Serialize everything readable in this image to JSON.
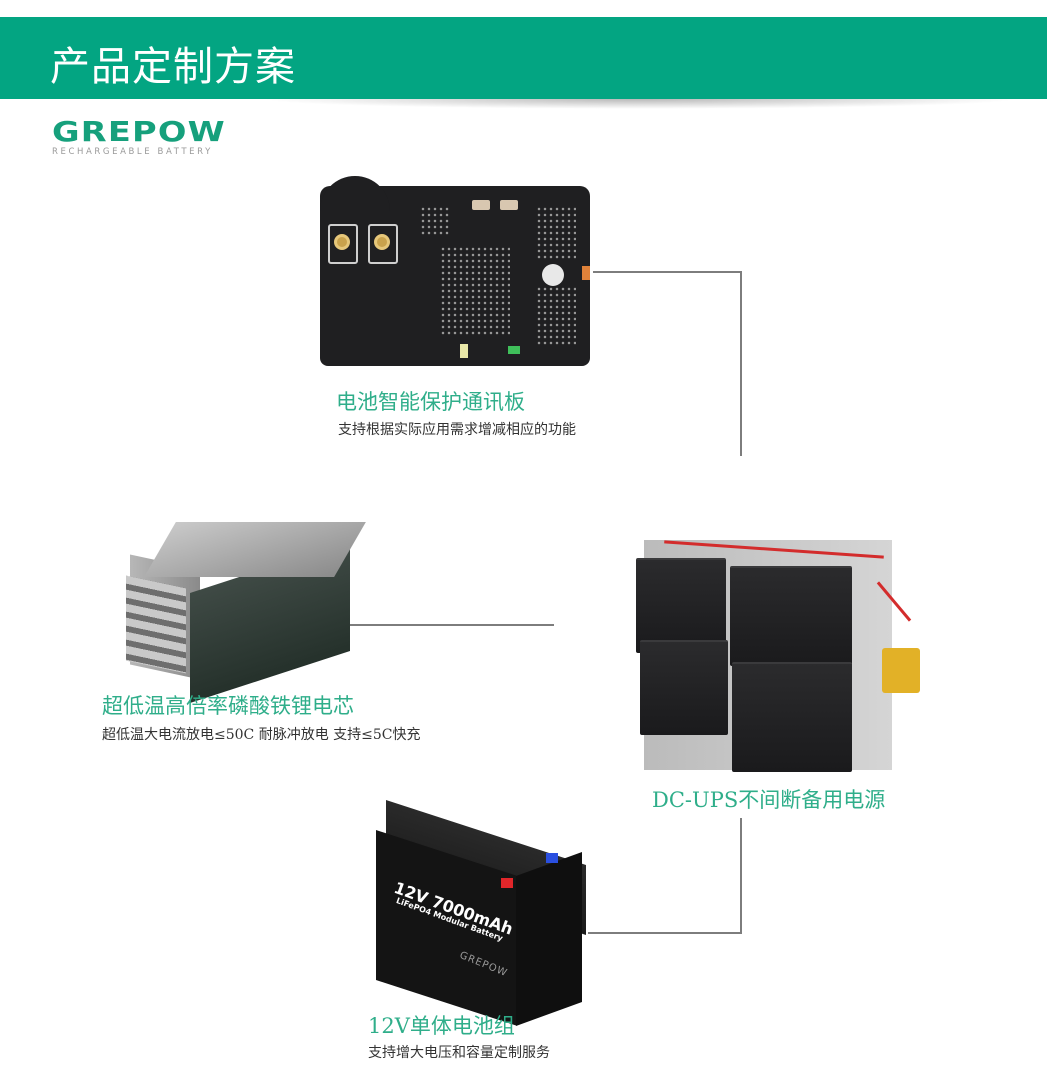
{
  "header": {
    "title": "产品定制方案",
    "accent_color": "#03a582"
  },
  "logo": {
    "brand": "GREPOW",
    "tagline": "RECHARGEABLE BATTERY",
    "color": "#16a07c"
  },
  "products": [
    {
      "id": "protection-board",
      "title": "电池智能保护通讯板",
      "description": "支持根据实际应用需求增减相应的功能"
    },
    {
      "id": "lfp-cell",
      "title": "超低温高倍率磷酸铁锂电芯",
      "description": "超低温大电流放电≤50C  耐脉冲放电  支持≤5C快充"
    },
    {
      "id": "dc-ups",
      "title": "DC-UPS不间断备用电源"
    },
    {
      "id": "12v-pack",
      "title": "12V单体电池组",
      "description": "支持增大电压和容量定制服务",
      "product_label": {
        "line1": "12V 7000mAh",
        "line2": "LiFePO4 Modular Battery",
        "brand": "GREPOW"
      }
    }
  ],
  "colors": {
    "title_text": "#2fae8a",
    "desc_text": "#333333",
    "connector_line": "#7d7d7d"
  }
}
